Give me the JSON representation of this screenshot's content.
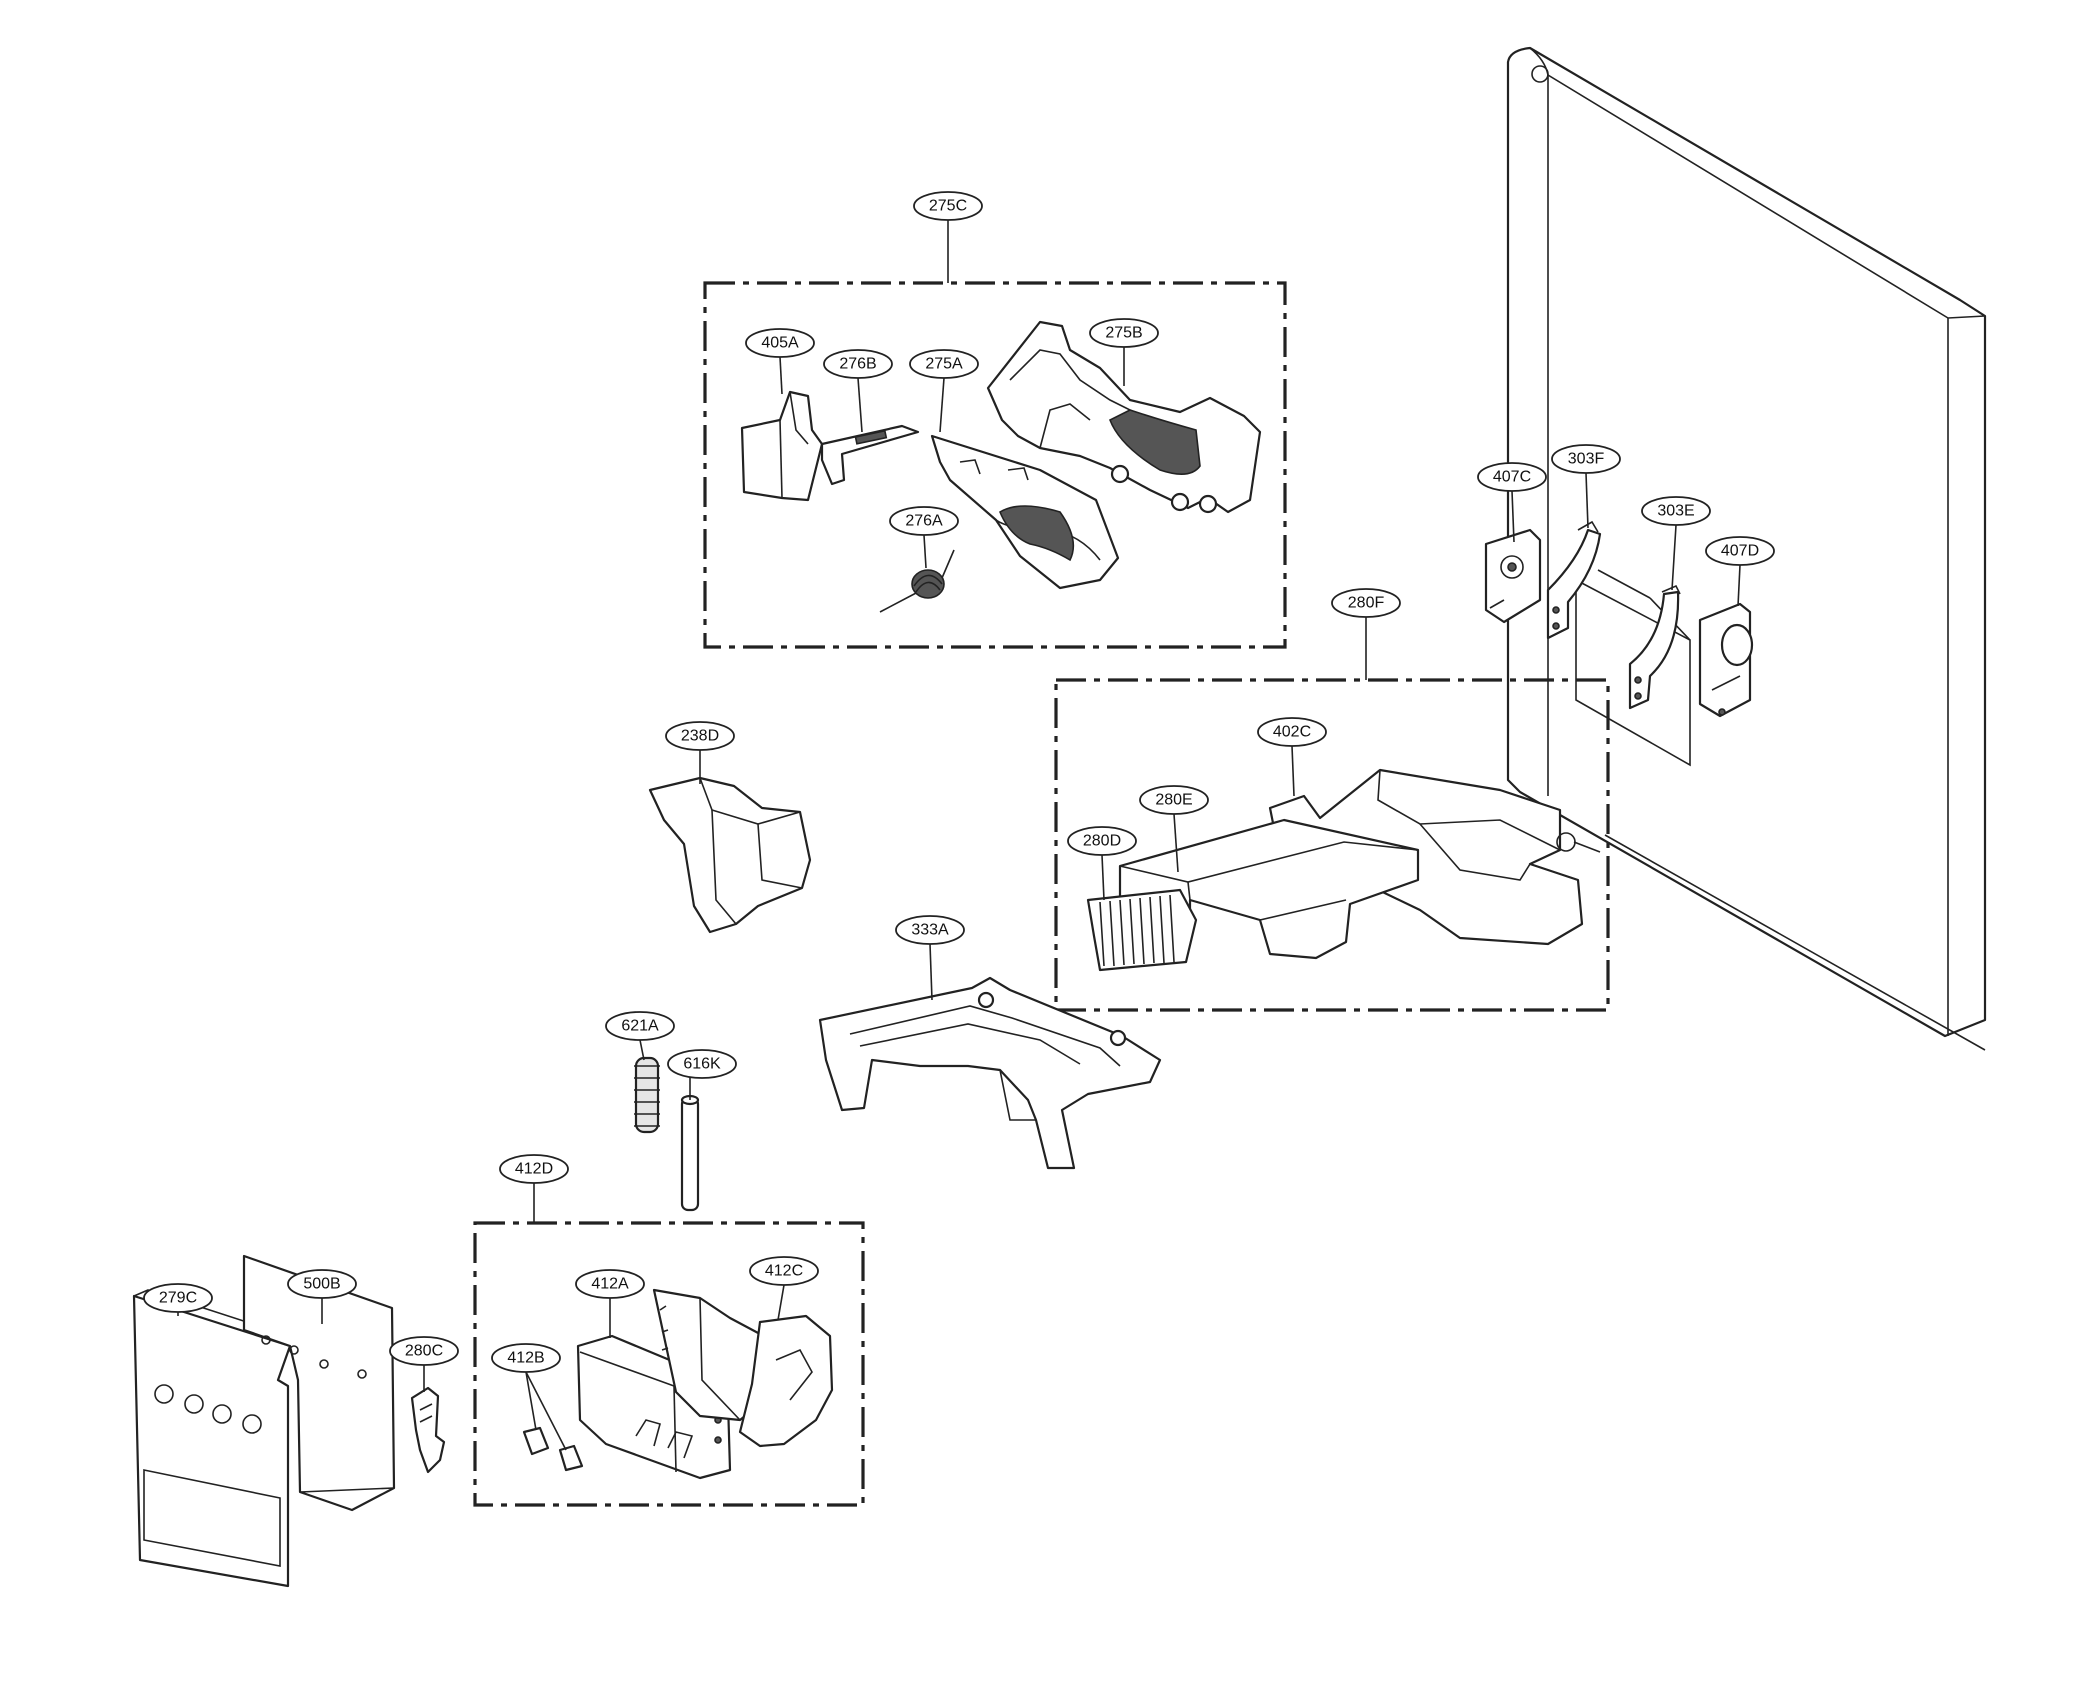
{
  "callouts": {
    "c275C": "275C",
    "c405A": "405A",
    "c276B": "276B",
    "c275A": "275A",
    "c275B": "275B",
    "c276A": "276A",
    "c407C": "407C",
    "c303F": "303F",
    "c303E": "303E",
    "c407D": "407D",
    "c280F": "280F",
    "c402C": "402C",
    "c280E": "280E",
    "c280D": "280D",
    "c238D": "238D",
    "c333A": "333A",
    "c621A": "621A",
    "c616K": "616K",
    "c412D": "412D",
    "c412A": "412A",
    "c412C": "412C",
    "c412B": "412B",
    "c500B": "500B",
    "c280C": "280C",
    "c279C": "279C"
  }
}
